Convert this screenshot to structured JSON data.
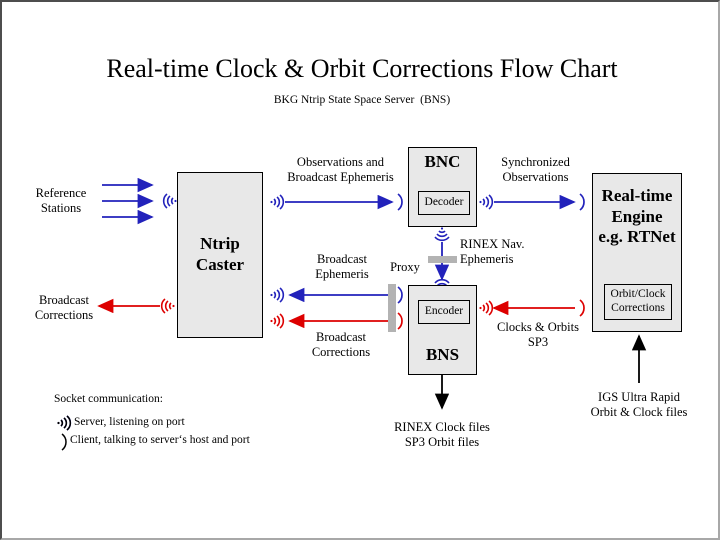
{
  "page": {
    "title": "Real-time Clock & Orbit Corrections Flow Chart",
    "subtitle": "BKG Ntrip State Space Server  (BNS)",
    "background": "#ffffff",
    "border_color": "#4d4d4d",
    "box_fill": "#e8e8e8",
    "box_border": "#000000",
    "blue": "#2222bb",
    "red": "#dd0000",
    "gray_bar": "#b3b3b3"
  },
  "boxes": {
    "ntrip_caster": {
      "label": "Ntrip\nCaster"
    },
    "bnc": {
      "label": "BNC",
      "inner_label": "Decoder"
    },
    "bns": {
      "label": "BNS",
      "inner_label": "Encoder"
    },
    "rt_engine": {
      "label": "Real-time\nEngine\ne.g. RTNet",
      "inner_label": "Orbit/Clock\nCorrections"
    }
  },
  "labels": {
    "reference_stations": "Reference\nStations",
    "broadcast_corrections_left": "Broadcast\nCorrections",
    "observations_broadcast_ephemeris": "Observations and\nBroadcast Ephemeris",
    "synchronized_observations": "Synchronized\nObservations",
    "rinex_nav_ephemeris": "RINEX Nav.\nEphemeris",
    "proxy": "Proxy",
    "broadcast_ephemeris": "Broadcast\nEphemeris",
    "broadcast_corrections_mid": "Broadcast\nCorrections",
    "clocks_orbits_sp3": "Clocks & Orbits\nSP3",
    "rinex_clock_sp3_files": "RINEX Clock files\nSP3 Orbit files",
    "igs_ultra_rapid": "IGS Ultra Rapid\nOrbit & Clock files"
  },
  "legend": {
    "heading": "Socket communication:",
    "server_text": "Server, listening on port",
    "client_text": "Client, talking to server‘s host and port",
    "server_icon": "socket-server-waves-icon",
    "client_icon": "socket-client-paren-icon"
  },
  "icons": {
    "server_socket": "socket-server-waves-icon",
    "client_socket": "socket-client-paren-icon",
    "arrow": "arrow-icon"
  }
}
